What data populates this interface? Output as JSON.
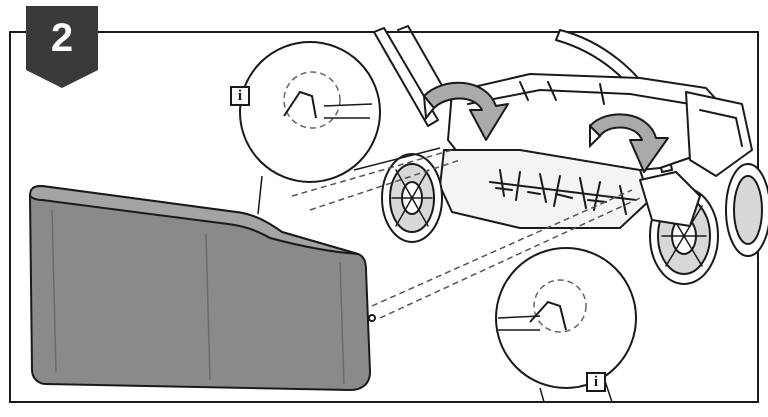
{
  "step": {
    "number": "2"
  },
  "info_marks": [
    {
      "letter": "i",
      "icon": "info-icon"
    },
    {
      "letter": "i",
      "icon": "info-icon"
    }
  ],
  "colors": {
    "badge": "#3a3a3a",
    "frame": "#1a1a1a",
    "grass_bag_fill": "#8a8a8c",
    "grass_bag_top": "#9e9ea0",
    "machine_body": "#ffffff",
    "dashed_leader": "#555555"
  },
  "parts": {
    "grass_bag": "grass-bag",
    "scarifier": "lawn-scarifier",
    "rotation_arrows": 2,
    "detail_circles": 2
  }
}
